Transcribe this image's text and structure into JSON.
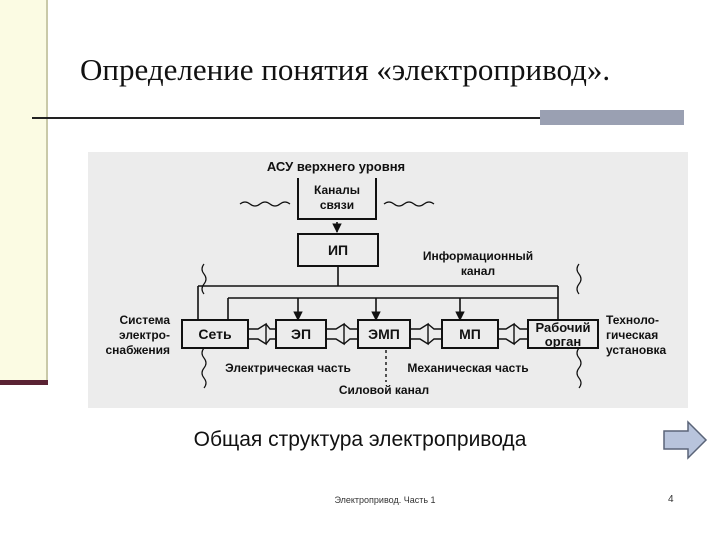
{
  "slide": {
    "title": "Определение понятия «электропривод».",
    "caption": "Общая структура электропривода",
    "footer": "Электропривод. Часть 1",
    "page_number": "4"
  },
  "diagram": {
    "top_label": "АСУ верхнего уровня",
    "channels_box": [
      "Каналы",
      "связи"
    ],
    "ip_box": "ИП",
    "info_channel": [
      "Информационный",
      "канал"
    ],
    "supply_system": [
      "Система",
      "электро-",
      "снабжения"
    ],
    "network_box": "Сеть",
    "ep_box": "ЭП",
    "emp_box": "ЭМП",
    "mp_box": "МП",
    "working_organ": [
      "Рабочий",
      "орган"
    ],
    "tech_installation": [
      "Техноло-",
      "гическая",
      "установка"
    ],
    "electrical_part": "Электрическая часть",
    "mechanical_part": "Механическая часть",
    "power_channel": "Силовой канал"
  },
  "colors": {
    "left_band": "#fbfbe3",
    "left_band_accent": "#5a2233",
    "rule_block": "#9aa0b2",
    "diagram_bg": "#ececec",
    "arrow_fill": "#b8c4dc"
  },
  "icons": {
    "next_slide": "right-arrow-icon"
  }
}
